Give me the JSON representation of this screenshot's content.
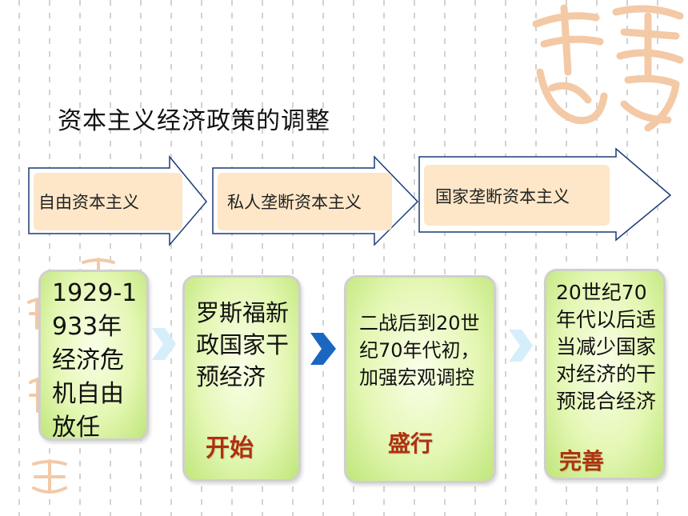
{
  "title": "资本主义经济政策的调整",
  "stages": [
    {
      "label": "自由资本主义"
    },
    {
      "label": "私人垄断资本主义"
    },
    {
      "label": "国家垄断资本主义"
    }
  ],
  "cards": [
    {
      "text": "1929-1933年经济危机自由放任",
      "highlight": ""
    },
    {
      "text": "罗斯福新政国家干预经济",
      "highlight": "开始"
    },
    {
      "text": "二战后到20世纪70年代初，加强宏观调控",
      "highlight": "盛行"
    },
    {
      "text": "20世纪70年代以后适当减少国家对经济的干预混合经济",
      "highlight": "完善"
    }
  ],
  "colors": {
    "arrow_fill": "#fde7c8",
    "arrow_outline": "#1a3b7a",
    "card_fill": "#e4f7b4",
    "highlight": "#b0300e",
    "chevron_active": "#1a67c2",
    "chevron_faded": "#d5eef9",
    "seal": "#f3c9a6"
  }
}
